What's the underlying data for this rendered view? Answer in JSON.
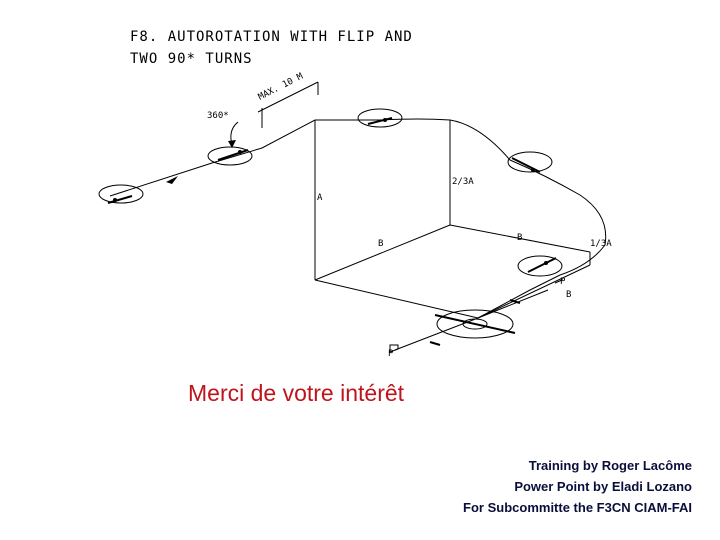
{
  "diagram": {
    "title_line1": "F8. AUTOROTATION WITH FLIP AND",
    "title_line2": "TWO 90* TURNS",
    "label_max": "MAX. 10 M",
    "label_360": "360*",
    "label_2_3a": "2/3A",
    "label_a": "A",
    "label_b_left": "B",
    "label_b_mid": "B",
    "label_1_3a": "1/3A",
    "label_p_right": "P",
    "label_b_right": "B",
    "label_p_bottom": "P"
  },
  "thanks": "Merci de votre intérêt",
  "credits": [
    "Training by Roger Lacôme",
    "Power Point by Eladi Lozano",
    "For Subcommitte the F3CN CIAM-FAI"
  ]
}
